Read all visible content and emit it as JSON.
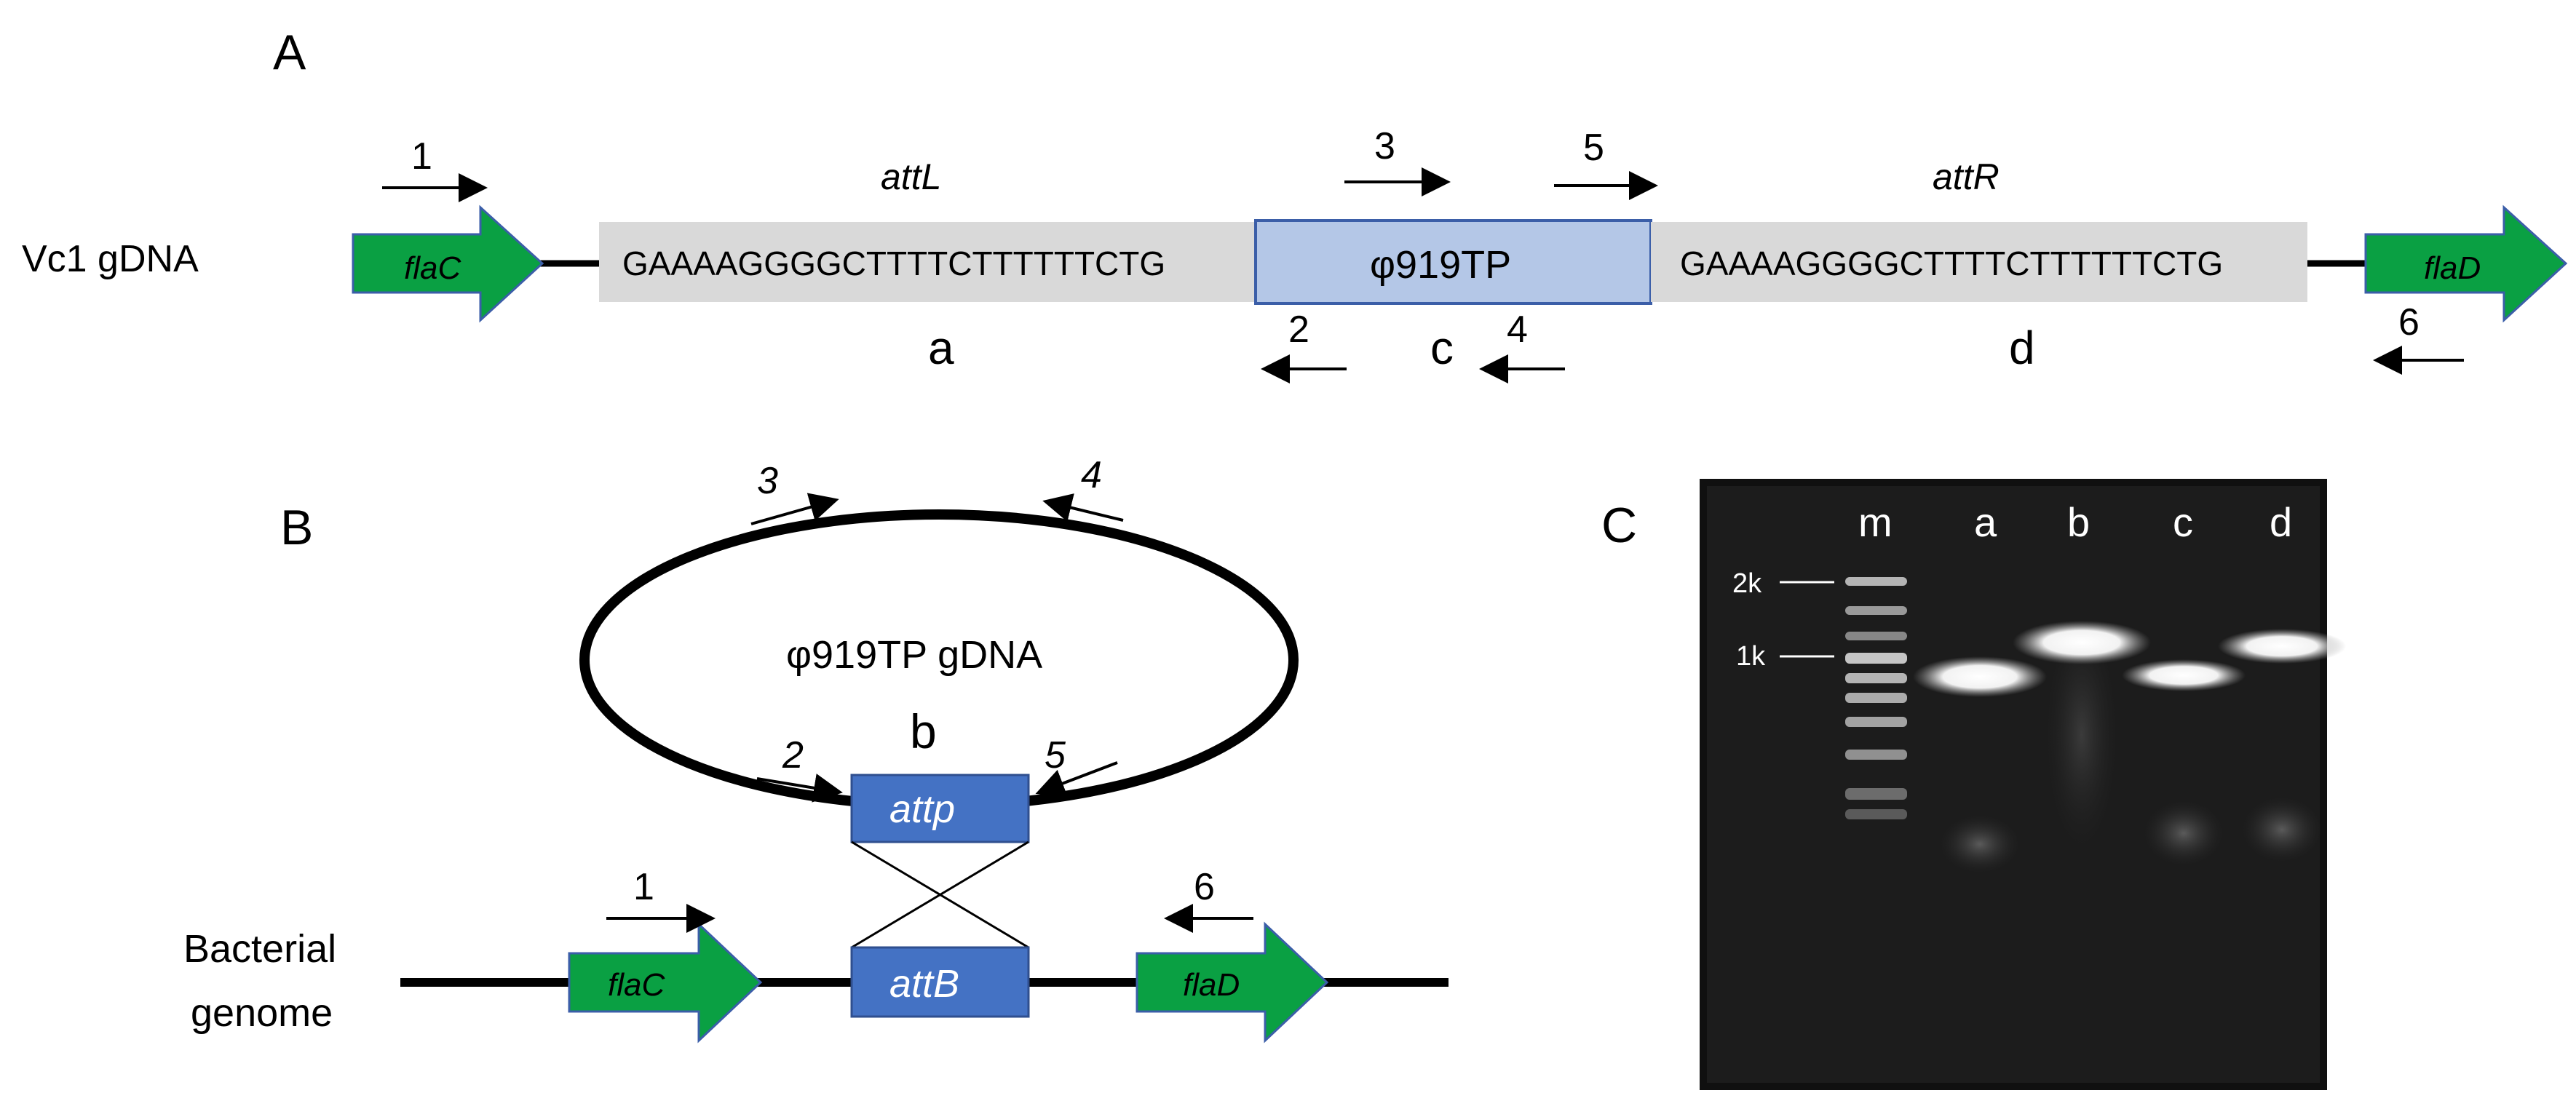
{
  "panels": {
    "a_letter": "A",
    "b_letter": "B",
    "c_letter": "C"
  },
  "panel_a": {
    "row_label": "Vc1 gDNA",
    "gene_left": "flaC",
    "gene_right": "flaD",
    "att_left_label": "attL",
    "att_right_label": "attR",
    "att_left_seq": "GAAAAGGGGCTTTTCTTTTTTCTG",
    "att_right_seq": "GAAAAGGGGCTTTTCTTTTTTCTG",
    "phage_box": "φ919TP",
    "primers": [
      "1",
      "2",
      "3",
      "4",
      "5",
      "6"
    ],
    "products": [
      "a",
      "c",
      "d"
    ]
  },
  "panel_b": {
    "circle_label": "φ919TP gDNA",
    "attp": "attp",
    "attb": "attB",
    "product_b": "b",
    "gene_left": "flaC",
    "gene_right": "flaD",
    "genome_label_line1": "Bacterial",
    "genome_label_line2": "genome",
    "primers": [
      "1",
      "2",
      "3",
      "4",
      "5",
      "6"
    ]
  },
  "panel_c": {
    "lanes": [
      "m",
      "a",
      "b",
      "c",
      "d"
    ],
    "markers": [
      "2k",
      "1k"
    ]
  },
  "colors": {
    "gene_green": "#0aa043",
    "gene_border": "#3b5ea8",
    "att_gray": "#d9d9d9",
    "phage_box": "#b4c7e7",
    "att_box": "#4472c4",
    "gel_bg": "#1c1c1c"
  }
}
